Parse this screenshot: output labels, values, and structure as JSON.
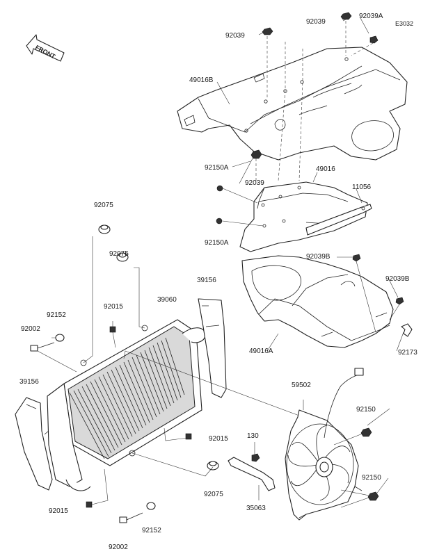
{
  "diagram_code": "E3032",
  "front_label": "FRONT",
  "callouts": [
    {
      "id": "92039-a",
      "text": "92039"
    },
    {
      "id": "92039-b",
      "text": "92039"
    },
    {
      "id": "92039A",
      "text": "92039A"
    },
    {
      "id": "49016B",
      "text": "49016B"
    },
    {
      "id": "92150A-a",
      "text": "92150A"
    },
    {
      "id": "92039-c",
      "text": "92039"
    },
    {
      "id": "49016",
      "text": "49016"
    },
    {
      "id": "11056",
      "text": "11056"
    },
    {
      "id": "92150A-b",
      "text": "92150A"
    },
    {
      "id": "92075-a",
      "text": "92075"
    },
    {
      "id": "92075-b",
      "text": "92075"
    },
    {
      "id": "92039B-a",
      "text": "92039B"
    },
    {
      "id": "92039B-b",
      "text": "92039B"
    },
    {
      "id": "39156-a",
      "text": "39156"
    },
    {
      "id": "39060",
      "text": "39060"
    },
    {
      "id": "92015-a",
      "text": "92015"
    },
    {
      "id": "92152-a",
      "text": "92152"
    },
    {
      "id": "92002-a",
      "text": "92002"
    },
    {
      "id": "49016A",
      "text": "49016A"
    },
    {
      "id": "92173",
      "text": "92173"
    },
    {
      "id": "39156-b",
      "text": "39156"
    },
    {
      "id": "59502",
      "text": "59502"
    },
    {
      "id": "92150-a",
      "text": "92150"
    },
    {
      "id": "92015-b",
      "text": "92015"
    },
    {
      "id": "130",
      "text": "130"
    },
    {
      "id": "92150-b",
      "text": "92150"
    },
    {
      "id": "92075-c",
      "text": "92075"
    },
    {
      "id": "35063",
      "text": "35063"
    },
    {
      "id": "92015-c",
      "text": "92015"
    },
    {
      "id": "92152-b",
      "text": "92152"
    },
    {
      "id": "92002-b",
      "text": "92002"
    }
  ]
}
